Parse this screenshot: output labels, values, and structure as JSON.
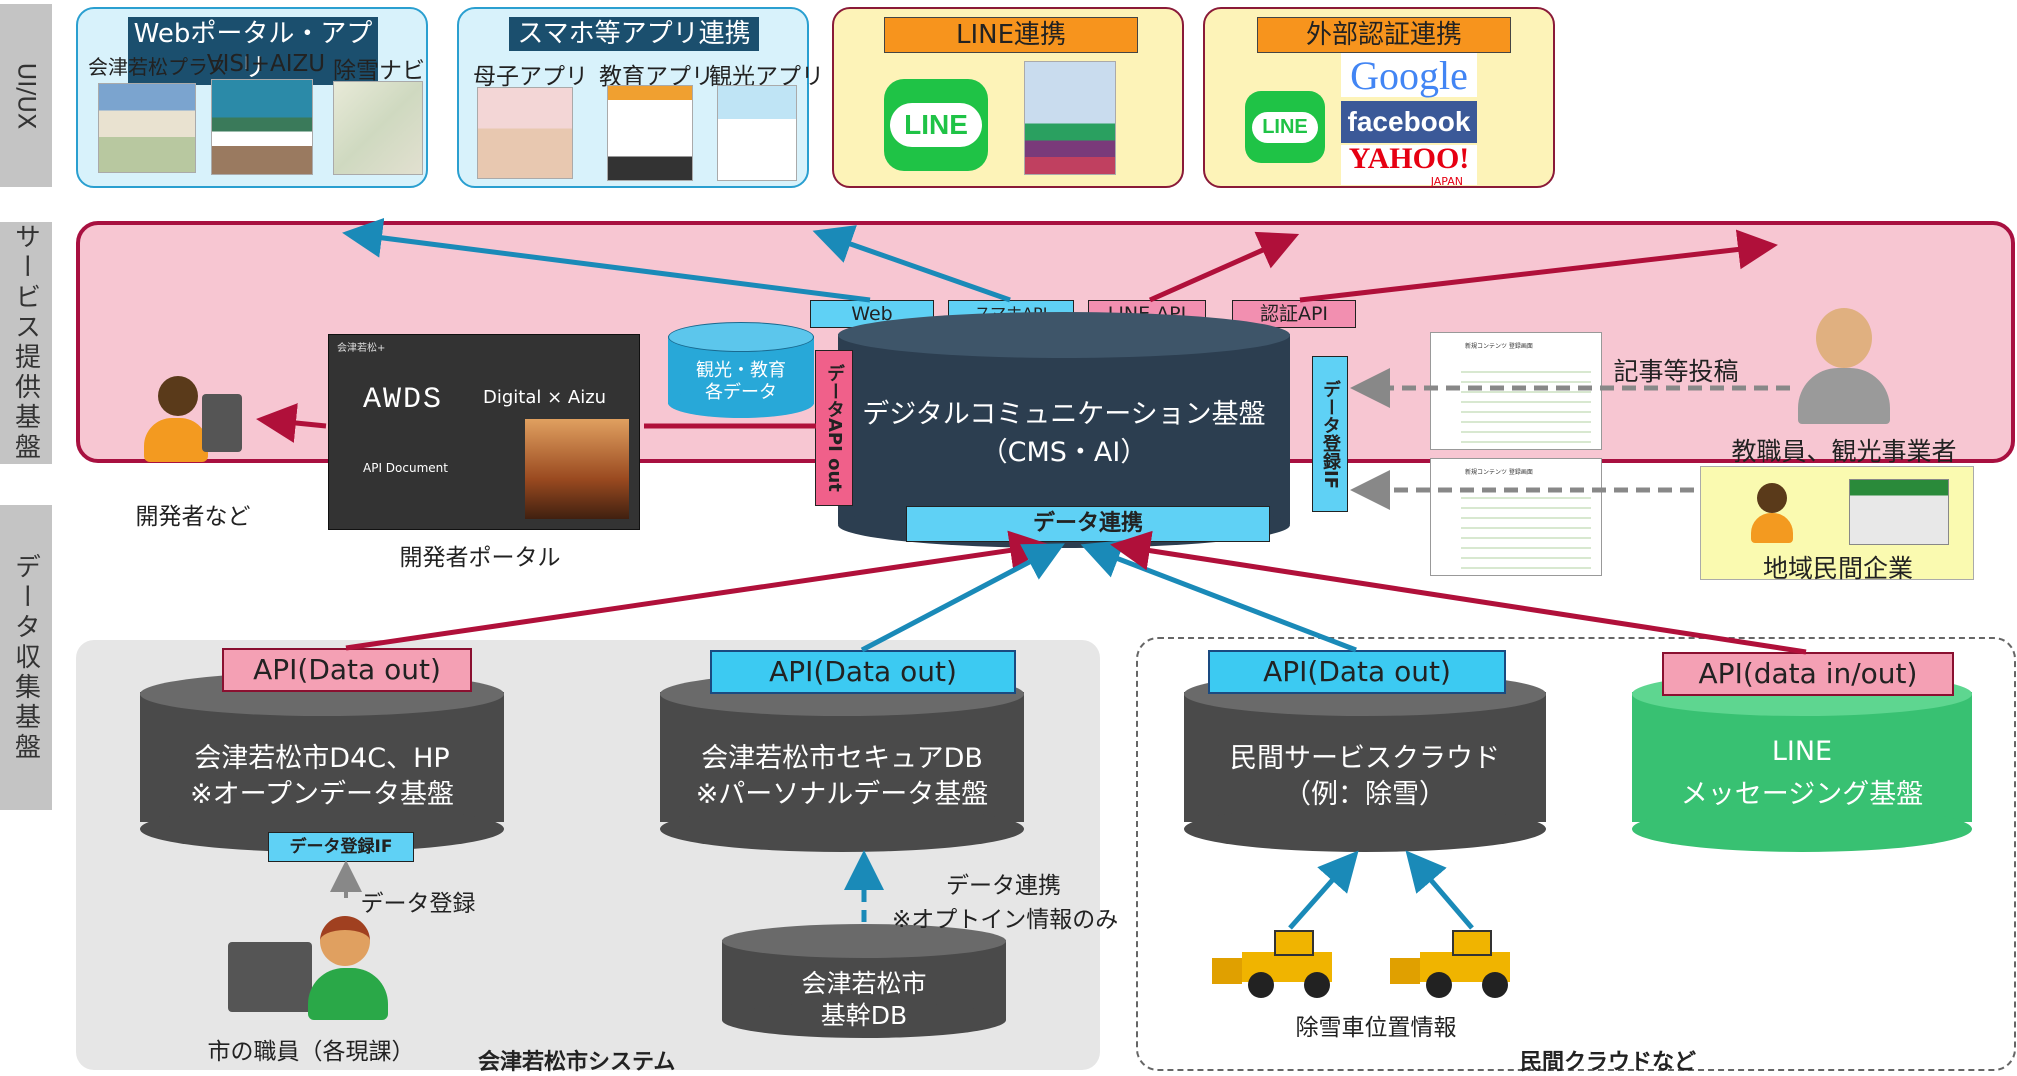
{
  "bands": {
    "uiux": "UI/UX",
    "service": "サービス提供基盤",
    "data": "データ収集基盤"
  },
  "top": {
    "web": {
      "header": "Webポータル・アプリ",
      "labels": [
        "会津若松プラス",
        "VISI+AIZU",
        "除雪ナビ"
      ]
    },
    "smart": {
      "header": "スマホ等アプリ連携",
      "labels": [
        "母子アプリ",
        "教育アプリ",
        "観光アプリ"
      ]
    },
    "line": {
      "header": "LINE連携",
      "logo": "LINE"
    },
    "auth": {
      "header": "外部認証連携",
      "line_logo": "LINE",
      "google": "Google",
      "facebook": "facebook",
      "yahoo": "YAHOO!",
      "yahoo_sub": "JAPAN"
    }
  },
  "service": {
    "tags": [
      "Web",
      "スマホAPI",
      "LINE API",
      "認証API"
    ],
    "main_title": "デジタルコミュニケーション基盤",
    "main_sub": "（CMS・AI）",
    "data_link": "データ連携",
    "api_out": "データAPI out",
    "reg_if": "データ登録IF",
    "tourism_db": "観光・教育\n各データ",
    "portal_label": "開発者ポータル",
    "portal_brand": "AWDS",
    "portal_tagline": "Digital × Aizu",
    "portal_doc": "API Document",
    "portal_site": "会津若松+",
    "developer": "開発者など",
    "post_label": "記事等投稿",
    "staff_label": "教職員、観光事業者",
    "company_label": "地域民間企業",
    "form_title": "新規コンテンツ 登録画面"
  },
  "data_layer": {
    "api1": "API(Data out)",
    "api2": "API(Data out)",
    "api3": "API(Data out)",
    "api4": "API(data in/out)",
    "db1_l1": "会津若松市D4C、HP",
    "db1_l2": "※オープンデータ基盤",
    "db2_l1": "会津若松市セキュアDB",
    "db2_l2": "※パーソナルデータ基盤",
    "db3_l1": "民間サービスクラウド",
    "db3_l2": "（例：除雪）",
    "db4_l1": "LINE",
    "db4_l2": "メッセージング基盤",
    "reg_if": "データ登録IF",
    "reg_label": "データ登録",
    "staff": "市の職員（各現課）",
    "core_l1": "会津若松市",
    "core_l2": "基幹DB",
    "link_l1": "データ連携",
    "link_l2": "※オプトイン情報のみ",
    "city_system": "会津若松市システム",
    "private_cloud": "民間クラウドなど",
    "snow": "除雪車位置情報"
  },
  "colors": {
    "pink_arrow": "#b0103a",
    "blue_arrow": "#1a8ab8",
    "cyl_dark": "#4a4a4a",
    "cyl_green": "#38c172"
  }
}
